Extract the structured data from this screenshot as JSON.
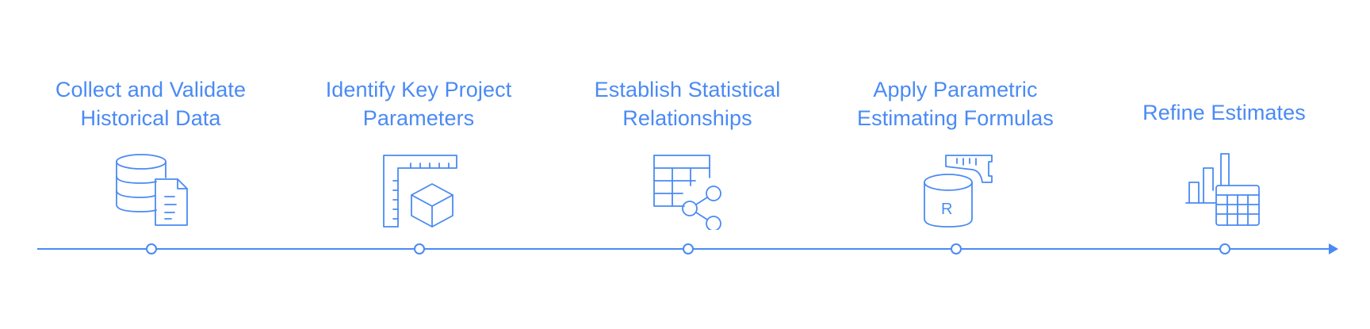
{
  "accent_color": "#4a8af4",
  "steps": [
    {
      "line1": "Collect and Validate",
      "line2": "Historical Data",
      "icon": "database-document-icon"
    },
    {
      "line1": "Identify Key Project",
      "line2": "Parameters",
      "icon": "ruler-cube-icon"
    },
    {
      "line1": "Establish Statistical",
      "line2": "Relationships",
      "icon": "table-share-icon"
    },
    {
      "line1": "Apply Parametric",
      "line2": "Estimating Formulas",
      "icon": "database-ruler-icon"
    },
    {
      "line1": "Refine Estimates",
      "icon": "bar-chart-table-icon"
    }
  ]
}
